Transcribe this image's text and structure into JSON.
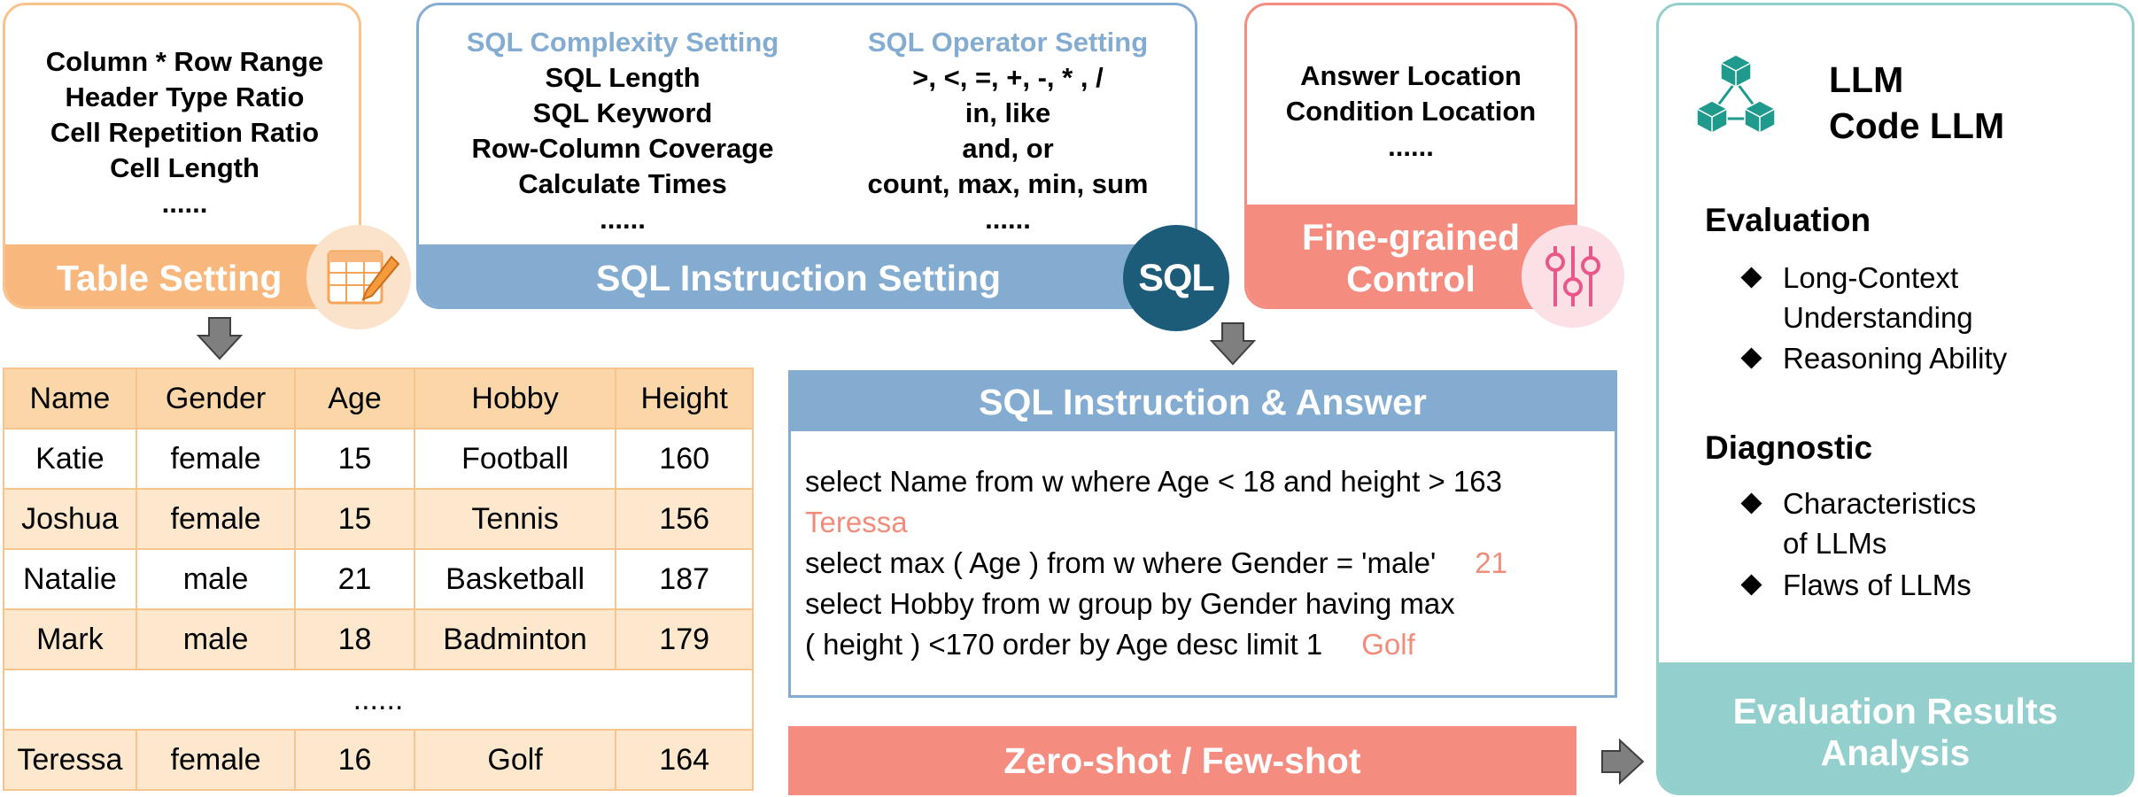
{
  "table_setting": {
    "items": [
      "Column * Row Range",
      "Header Type Ratio",
      "Cell Repetition Ratio",
      "Cell Length",
      "......"
    ],
    "label": "Table Setting",
    "icon": "spreadsheet-pencil-icon"
  },
  "sql_setting": {
    "complexity_heading": "SQL Complexity Setting",
    "complexity_items": [
      "SQL Length",
      "SQL Keyword",
      "Row-Column Coverage",
      "Calculate Times",
      "......"
    ],
    "operator_heading": "SQL Operator Setting",
    "operator_items": [
      ">, <, =, +, -, * , /",
      "in, like",
      "and, or",
      "count, max, min, sum",
      "......"
    ],
    "label": "SQL Instruction Setting",
    "badge": "SQL"
  },
  "control": {
    "items": [
      "Answer Location",
      "Condition Location",
      "......"
    ],
    "label_line1": "Fine-grained",
    "label_line2": "Control",
    "icon": "sliders-icon"
  },
  "table": {
    "headers": [
      "Name",
      "Gender",
      "Age",
      "Hobby",
      "Height"
    ],
    "rows": [
      [
        "Katie",
        "female",
        "15",
        "Football",
        "160"
      ],
      [
        "Joshua",
        "female",
        "15",
        "Tennis",
        "156"
      ],
      [
        "Natalie",
        "male",
        "21",
        "Basketball",
        "187"
      ],
      [
        "Mark",
        "male",
        "18",
        "Badminton",
        "179"
      ]
    ],
    "ellipsis": "......",
    "last_row": [
      "Teressa",
      "female",
      "16",
      "Golf",
      "164"
    ]
  },
  "qa": {
    "title": "SQL Instruction & Answer",
    "q1": "select Name from w where Age < 18 and height > 163",
    "a1": "Teressa",
    "q2": "select max ( Age ) from w where Gender = 'male'",
    "a2": "21",
    "q3_line1": "select Hobby from w group by Gender having max",
    "q3_line2": "( height ) <170  order by Age desc limit 1",
    "a3": "Golf"
  },
  "mode": "Zero-shot / Few-shot",
  "right": {
    "llm_line1": "LLM",
    "llm_line2": "Code LLM",
    "icon": "cubes-network-icon",
    "evaluation": "Evaluation",
    "eval_items": [
      "Long-Context",
      "Understanding",
      "Reasoning Ability"
    ],
    "diagnostic": "Diagnostic",
    "diag_items": [
      "Characteristics",
      "of LLMs",
      "Flaws of LLMs"
    ],
    "result_line1": "Evaluation Results",
    "result_line2": "Analysis"
  },
  "colors": {
    "orange": "#f8b77c",
    "blue": "#84acd1",
    "salmon": "#f48c80",
    "teal": "#93cfcc",
    "answer_red": "#f28c7a",
    "sql_badge": "#1c5c79"
  }
}
